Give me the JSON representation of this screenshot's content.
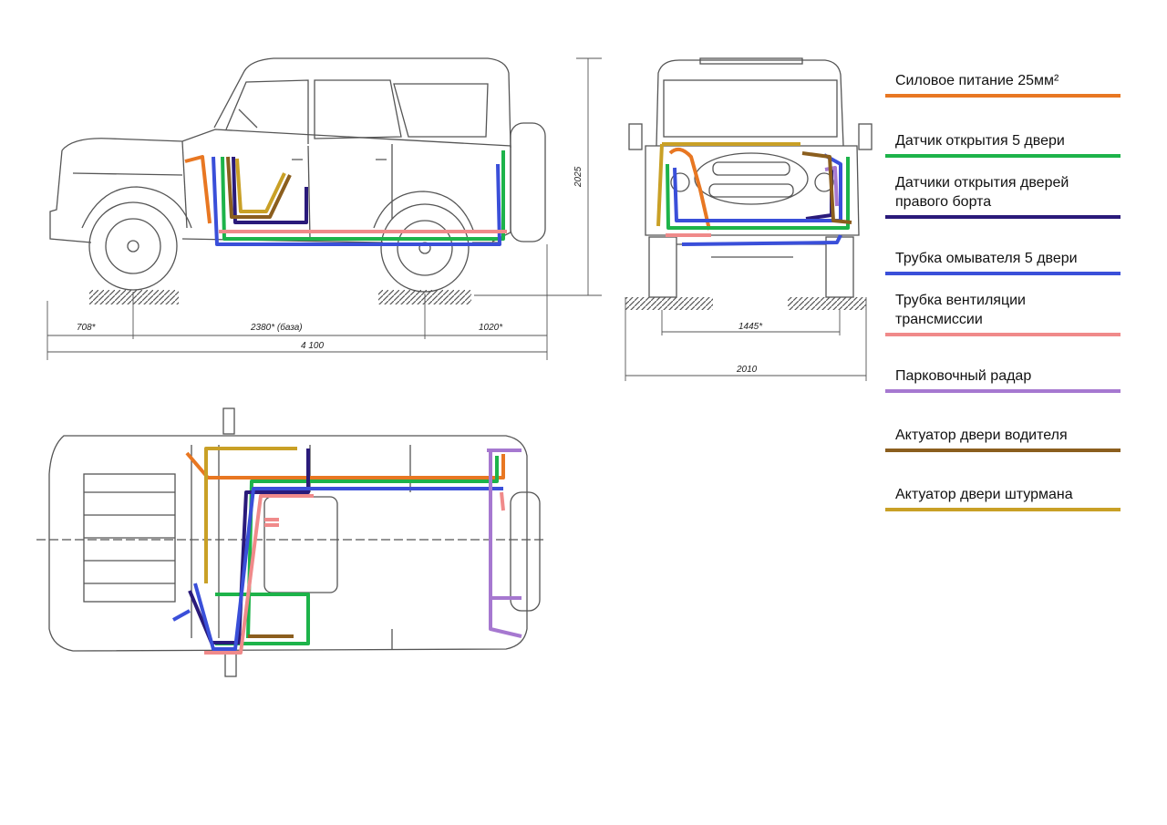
{
  "legend": [
    {
      "label": "Силовое питание 25мм²",
      "color": "#E87722"
    },
    {
      "label": "Датчик открытия 5 двери",
      "color": "#1DB34A"
    },
    {
      "label": "Датчики открытия дверей\nправого борта",
      "color": "#2A1A7A"
    },
    {
      "label": "Трубка омывателя 5 двери",
      "color": "#3A4FD9"
    },
    {
      "label": "Трубка вентиляции\nтрансмиссии",
      "color": "#F08A8A"
    },
    {
      "label": "Парковочный радар",
      "color": "#A678D0"
    },
    {
      "label": "Актуатор двери водителя",
      "color": "#8B5E1E"
    },
    {
      "label": "Актуатор двери штурмана",
      "color": "#C9A026"
    }
  ],
  "dimensions": {
    "side_front_overhang": "708*",
    "side_wheelbase": "2380* (база)",
    "side_rear_overhang": "1020*",
    "side_length": "4 100",
    "side_height": "2025",
    "front_track": "1445*",
    "front_width": "2010"
  },
  "colors": {
    "outline": "#555555",
    "ground": "#777777"
  }
}
